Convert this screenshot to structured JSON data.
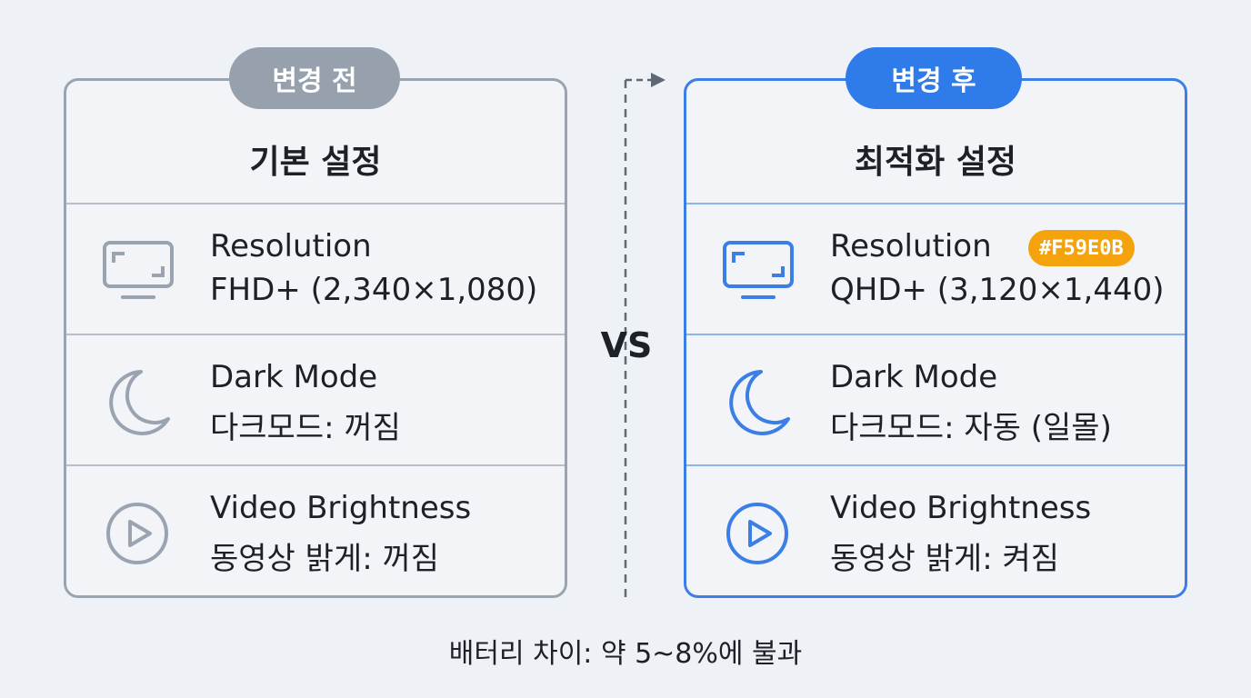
{
  "before": {
    "pill": "변경 전",
    "title": "기본 설정",
    "rows": [
      {
        "icon": "monitor-icon",
        "line1": "Resolution",
        "line2": "FHD+ (2,340×1,080)"
      },
      {
        "icon": "moon-icon",
        "line1": "Dark Mode",
        "line2": "다크모드: 꺼짐"
      },
      {
        "icon": "play-circle-icon",
        "line1": "Video Brightness",
        "line2": "동영상 밝게: 꺼짐"
      }
    ]
  },
  "after": {
    "pill": "변경 후",
    "title": "최적화 설정",
    "badge": "#F59E0B",
    "rows": [
      {
        "icon": "monitor-icon",
        "line1": "Resolution",
        "line2": "QHD+ (3,120×1,440)"
      },
      {
        "icon": "moon-icon",
        "line1": "Dark Mode",
        "line2": "다크모드: 자동 (일몰)"
      },
      {
        "icon": "play-circle-icon",
        "line1": "Video Brightness",
        "line2": "동영상 밝게: 켜짐"
      }
    ]
  },
  "vs": "VS",
  "footer": "배터리 차이: 약 5~8%에 불과",
  "colors": {
    "background": "#eef1f6",
    "before_accent": "#97a1ae",
    "after_accent": "#2f7bea",
    "badge": "#f5a30c"
  }
}
